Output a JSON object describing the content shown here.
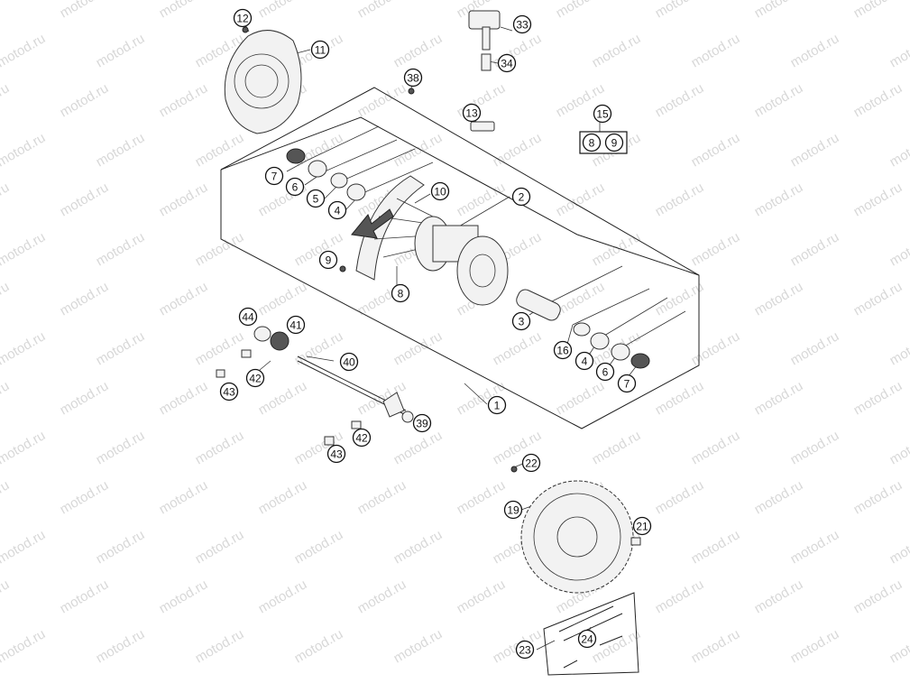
{
  "watermark": "motod.ru",
  "callouts": [
    {
      "id": "c12",
      "label": "12"
    },
    {
      "id": "c11",
      "label": "11"
    },
    {
      "id": "c33",
      "label": "33"
    },
    {
      "id": "c34",
      "label": "34"
    },
    {
      "id": "c38",
      "label": "38"
    },
    {
      "id": "c13",
      "label": "13"
    },
    {
      "id": "c15",
      "label": "15"
    },
    {
      "id": "c15a",
      "label": "8"
    },
    {
      "id": "c15b",
      "label": "9"
    },
    {
      "id": "c7a",
      "label": "7"
    },
    {
      "id": "c6a",
      "label": "6"
    },
    {
      "id": "c5",
      "label": "5"
    },
    {
      "id": "c4a",
      "label": "4"
    },
    {
      "id": "c10",
      "label": "10"
    },
    {
      "id": "c2",
      "label": "2"
    },
    {
      "id": "c9",
      "label": "9"
    },
    {
      "id": "c8",
      "label": "8"
    },
    {
      "id": "c3",
      "label": "3"
    },
    {
      "id": "c16",
      "label": "16"
    },
    {
      "id": "c4b",
      "label": "4"
    },
    {
      "id": "c6b",
      "label": "6"
    },
    {
      "id": "c7b",
      "label": "7"
    },
    {
      "id": "c44",
      "label": "44"
    },
    {
      "id": "c41",
      "label": "41"
    },
    {
      "id": "c40",
      "label": "40"
    },
    {
      "id": "c42a",
      "label": "42"
    },
    {
      "id": "c43a",
      "label": "43"
    },
    {
      "id": "c1",
      "label": "1"
    },
    {
      "id": "c39",
      "label": "39"
    },
    {
      "id": "c42b",
      "label": "42"
    },
    {
      "id": "c43b",
      "label": "43"
    },
    {
      "id": "c22",
      "label": "22"
    },
    {
      "id": "c19",
      "label": "19"
    },
    {
      "id": "c21",
      "label": "21"
    },
    {
      "id": "c23",
      "label": "23"
    },
    {
      "id": "c24",
      "label": "24"
    }
  ]
}
